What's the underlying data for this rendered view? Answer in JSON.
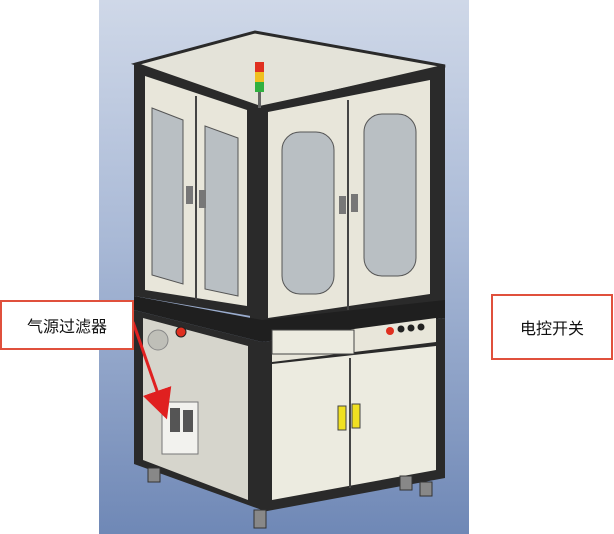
{
  "annotations": {
    "air_filter_label": "气源过滤器",
    "power_switch_label": "电控开关"
  },
  "colors": {
    "annotation_border": "#e0503c",
    "arrow": "#e02020",
    "cabinet_panel": "#ecebe0",
    "cabinet_frame": "#2a2a2a",
    "viewport_background": "#a9b9d6"
  },
  "signal_tower_lights": [
    "red",
    "yellow",
    "green"
  ]
}
